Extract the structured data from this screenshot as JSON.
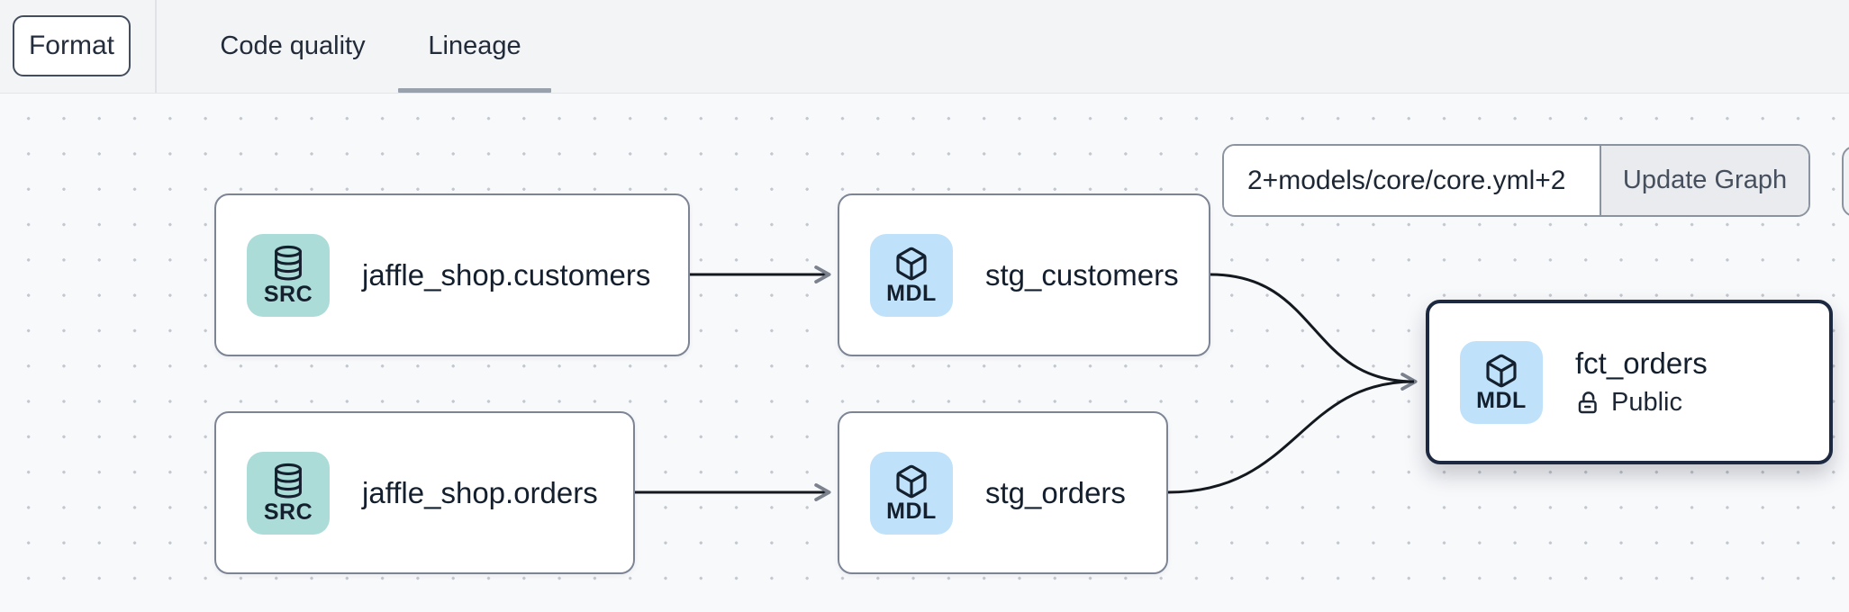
{
  "toolbar": {
    "format_button": "Format",
    "tabs": [
      {
        "label": "Code quality",
        "active": false
      },
      {
        "label": "Lineage",
        "active": true
      }
    ]
  },
  "lineage": {
    "filter": {
      "value": "2+models/core/core.yml+2",
      "update_button": "Update Graph"
    },
    "nodes": [
      {
        "label": "jaffle_shop.customers",
        "type_badge": "SRC",
        "kind": "source",
        "selected": false
      },
      {
        "label": "stg_customers",
        "type_badge": "MDL",
        "kind": "model",
        "selected": false
      },
      {
        "label": "jaffle_shop.orders",
        "type_badge": "SRC",
        "kind": "source",
        "selected": false
      },
      {
        "label": "stg_orders",
        "type_badge": "MDL",
        "kind": "model",
        "selected": false
      },
      {
        "label": "fct_orders",
        "type_badge": "MDL",
        "kind": "model",
        "access": "Public",
        "selected": true
      }
    ],
    "edges": [
      {
        "source": "jaffle_shop.customers",
        "target": "stg_customers"
      },
      {
        "source": "jaffle_shop.orders",
        "target": "stg_orders"
      },
      {
        "source": "stg_customers",
        "target": "fct_orders"
      },
      {
        "source": "stg_orders",
        "target": "fct_orders"
      }
    ],
    "icons": {
      "source_badge": "database-icon",
      "model_badge": "package-icon",
      "public_access": "unlock-icon"
    },
    "colors": {
      "source_badge_bg": "#abdcd8",
      "model_badge_bg": "#bfe1f9",
      "node_border": "#7d8595",
      "selected_node_border": "#1d2940",
      "edge_stroke": "#14181f",
      "arrowhead": "#7b828e",
      "canvas_bg": "#f8f9fb",
      "topbar_bg": "#f3f4f6",
      "active_tab_underline": "#99a1ad",
      "text_dark": "#141f2e"
    }
  }
}
